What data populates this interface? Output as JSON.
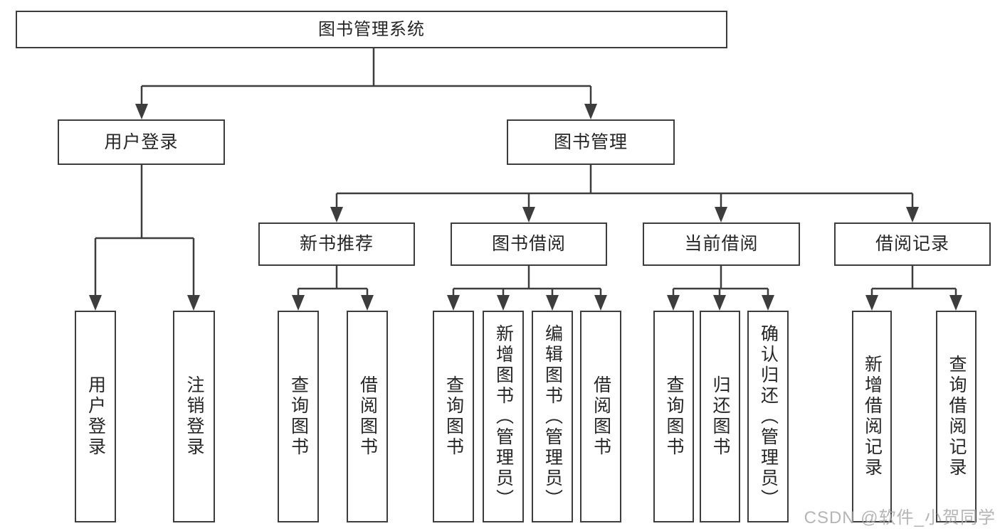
{
  "diagram": {
    "title": "图书管理系统",
    "tree": {
      "root": {
        "label": "图书管理系统"
      },
      "branches": [
        {
          "label": "用户登录",
          "children": [
            {
              "label": "用户登录"
            },
            {
              "label": "注销登录"
            }
          ]
        },
        {
          "label": "图书管理",
          "children": [
            {
              "label": "新书推荐",
              "children": [
                {
                  "label": "查询图书"
                },
                {
                  "label": "借阅图书"
                }
              ]
            },
            {
              "label": "图书借阅",
              "children": [
                {
                  "label": "查询图书"
                },
                {
                  "label": "新增图书（管理员）"
                },
                {
                  "label": "编辑图书（管理员）"
                },
                {
                  "label": "借阅图书"
                }
              ]
            },
            {
              "label": "当前借阅",
              "children": [
                {
                  "label": "查询图书"
                },
                {
                  "label": "归还图书"
                },
                {
                  "label": "确认归还（管理员）"
                }
              ]
            },
            {
              "label": "借阅记录",
              "children": [
                {
                  "label": "新增借阅记录"
                },
                {
                  "label": "查询借阅记录"
                }
              ]
            }
          ]
        }
      ]
    },
    "colors": {
      "line": "#3d3d3d",
      "border": "#3d3d3d",
      "text": "#262626",
      "background": "#ffffff",
      "watermark": "#a8a8a8"
    }
  },
  "watermark": {
    "text": "CSDN @软件_小贺同学"
  }
}
